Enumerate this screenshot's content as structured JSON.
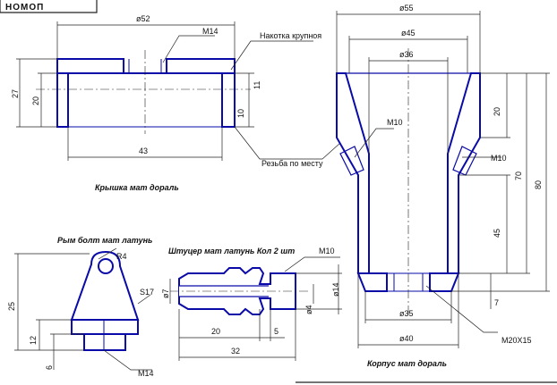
{
  "stamp": "НОМОП",
  "cover": {
    "caption": "Крышка мат дораль",
    "d52": "ø52",
    "m14": "M14",
    "knurl": "Накотка крупноя",
    "h27": "27",
    "h20": "20",
    "h11": "11",
    "h10": "10",
    "w43": "43",
    "thread": "Резьба по месту"
  },
  "lever": {
    "caption": "Рым болт мат латунь",
    "r4": "R4",
    "s17": "S17",
    "h25": "25",
    "h12": "12",
    "h6": "6",
    "m14": "M14"
  },
  "fitting": {
    "caption": "Штуцер мат латунь Кол 2 шт",
    "m10": "M10",
    "d7": "ø7",
    "d14": "ø14",
    "d4": "ø4",
    "l20": "20",
    "l5": "5",
    "l32": "32"
  },
  "body": {
    "caption": "Корпус мат дораль",
    "d55": "ø55",
    "d45": "ø45",
    "d36": "ø36",
    "m10a": "M10",
    "m10b": "M10",
    "h20": "20",
    "h70": "70",
    "h80": "80",
    "h45": "45",
    "h7": "7",
    "d35": "ø35",
    "d40": "ø40",
    "m20": "M20X15"
  }
}
